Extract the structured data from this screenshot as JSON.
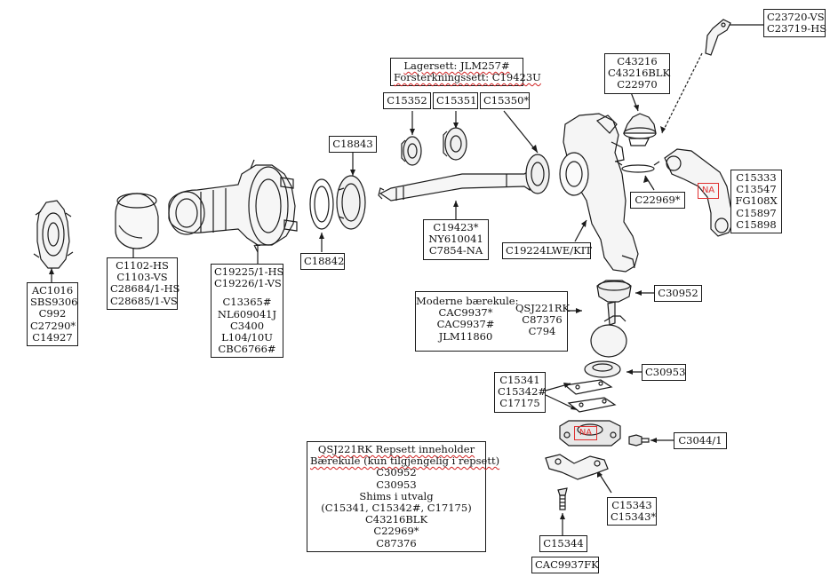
{
  "labels": {
    "c23720": [
      "C23720-VS",
      "C23719-HS"
    ],
    "lagersett": [
      "Lagersett: JLM257#",
      "Forsterkningssett: C19423U"
    ],
    "c43216": [
      "C43216",
      "C43216BLK",
      "C22970"
    ],
    "c15352": [
      "C15352"
    ],
    "c15351": [
      "C15351"
    ],
    "c15350": [
      "C15350*"
    ],
    "c18843": [
      "C18843"
    ],
    "c15333": [
      "C15333",
      "C13547",
      "FG108X",
      "C15897",
      "C15898"
    ],
    "c22969": [
      "C22969*"
    ],
    "c19423": [
      "C19423*",
      "NY610041",
      "C7854-NA"
    ],
    "c18842": [
      "C18842"
    ],
    "c19224": [
      "C19224LWE/KIT"
    ],
    "ac1016": [
      "AC1016",
      "SBS9306",
      "C992",
      "C27290*",
      "C14927"
    ],
    "c1102": [
      "C1102-HS",
      "C1103-VS",
      "C28684/1-HS",
      "C28685/1-VS"
    ],
    "c19225a": [
      "C19225/1-HS",
      "C19226/1-VS"
    ],
    "c19225b": [
      "C13365#",
      "NL609041J",
      "C3400",
      "L104/10U",
      "CBC6766#"
    ],
    "c30952": [
      "C30952"
    ],
    "moderne": [
      "Moderne bærekule:",
      "CAC9937*",
      "CAC9937#",
      "JLM11860"
    ],
    "qsj": [
      "QSJ221RK",
      "C87376",
      "C794"
    ],
    "c30953": [
      "C30953"
    ],
    "c15341": [
      "C15341",
      "C15342#",
      "C17175"
    ],
    "c3044": [
      "C3044/1"
    ],
    "repsett": [
      "QSJ221RK Repsett inneholder",
      "Bærekule (kun tilgjengelig i repsett)",
      "C30952",
      "C30953",
      "Shims i utvalg",
      "(C15341, C15342#, C17175)",
      "C43216BLK",
      "C22969*",
      "C87376"
    ],
    "c15343": [
      "C15343",
      "C15343*"
    ],
    "c15344": [
      "C15344"
    ],
    "cac9937fk": [
      "CAC9937FK"
    ],
    "na1": "NA",
    "na2": "NA"
  },
  "colors": {
    "line": "#1a1a1a",
    "highlight": "#e03030",
    "background": "#ffffff"
  }
}
